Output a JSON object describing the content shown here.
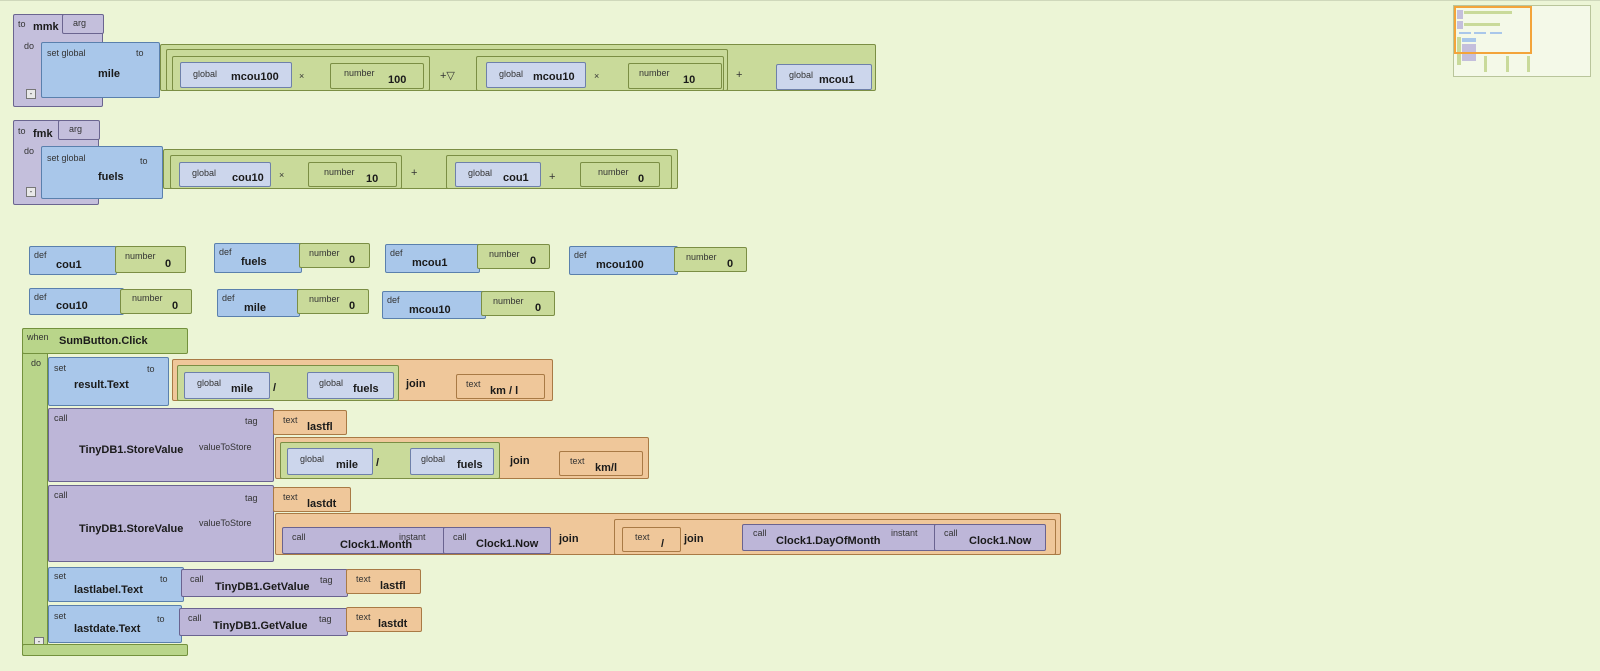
{
  "proc_mmk": {
    "to": "to",
    "name": "mmk",
    "arg": "arg",
    "do": "do",
    "set_global": "set global",
    "var": "mile",
    "to_label": "to",
    "g1_tag": "global",
    "g1_name": "mcou100",
    "op1": "×",
    "n1_tag": "number",
    "n1_val": "100",
    "plus1": "+▽",
    "g2_tag": "global",
    "g2_name": "mcou10",
    "op2": "×",
    "n2_tag": "number",
    "n2_val": "10",
    "plus2": "+",
    "g3_tag": "global",
    "g3_name": "mcou1",
    "collapse": "-"
  },
  "proc_fmk": {
    "to": "to",
    "name": "fmk",
    "arg": "arg",
    "do": "do",
    "set_global": "set global",
    "var": "fuels",
    "to_label": "to",
    "g1_tag": "global",
    "g1_name": "cou10",
    "op1": "×",
    "n1_tag": "number",
    "n1_val": "10",
    "plus1": "+",
    "g2_tag": "global",
    "g2_name": "cou1",
    "plus2": "+",
    "n2_tag": "number",
    "n2_val": "0",
    "collapse": "-"
  },
  "defs": [
    {
      "def": "def",
      "name": "cou1",
      "num_tag": "number",
      "value": "0"
    },
    {
      "def": "def",
      "name": "fuels",
      "num_tag": "number",
      "value": "0"
    },
    {
      "def": "def",
      "name": "mcou1",
      "num_tag": "number",
      "value": "0"
    },
    {
      "def": "def",
      "name": "mcou100",
      "num_tag": "number",
      "value": "0"
    },
    {
      "def": "def",
      "name": "cou10",
      "num_tag": "number",
      "value": "0"
    },
    {
      "def": "def",
      "name": "mile",
      "num_tag": "number",
      "value": "0"
    },
    {
      "def": "def",
      "name": "mcou10",
      "num_tag": "number",
      "value": "0"
    }
  ],
  "event": {
    "when": "when",
    "name": "SumButton.Click",
    "do": "do",
    "s1_set": "set",
    "s1_target": "result.Text",
    "s1_to": "to",
    "s1_g1_tag": "global",
    "s1_g1_name": "mile",
    "s1_div": "/",
    "s1_g2_tag": "global",
    "s1_g2_name": "fuels",
    "s1_join": "join",
    "s1_text_tag": "text",
    "s1_text": "km / l",
    "s2_call": "call",
    "s2_proc": "TinyDB1.StoreValue",
    "s2_tag": "tag",
    "s2_tag_text_tag": "text",
    "s2_tag_text": "lastfl",
    "s2_vts": "valueToStore",
    "s2_g1_tag": "global",
    "s2_g1_name": "mile",
    "s2_div": "/",
    "s2_g2_tag": "global",
    "s2_g2_name": "fuels",
    "s2_join": "join",
    "s2_text_tag": "text",
    "s2_text": "km/l",
    "s3_call": "call",
    "s3_proc": "TinyDB1.StoreValue",
    "s3_tag": "tag",
    "s3_tag_text_tag": "text",
    "s3_tag_text": "lastdt",
    "s3_vts": "valueToStore",
    "s3_c1_call": "call",
    "s3_c1_name": "Clock1.Month",
    "s3_c1_instant": "instant",
    "s3_c2_call": "call",
    "s3_c2_name": "Clock1.Now",
    "s3_join1": "join",
    "s3_text_tag": "text",
    "s3_text": "/",
    "s3_join2": "join",
    "s3_c3_call": "call",
    "s3_c3_name": "Clock1.DayOfMonth",
    "s3_c3_instant": "instant",
    "s3_c4_call": "call",
    "s3_c4_name": "Clock1.Now",
    "s4_set": "set",
    "s4_target": "lastlabel.Text",
    "s4_to": "to",
    "s4_call": "call",
    "s4_proc": "TinyDB1.GetValue",
    "s4_tag": "tag",
    "s4_text_tag": "text",
    "s4_text": "lastfl",
    "s5_set": "set",
    "s5_target": "lastdate.Text",
    "s5_to": "to",
    "s5_call": "call",
    "s5_proc": "TinyDB1.GetValue",
    "s5_tag": "tag",
    "s5_text_tag": "text",
    "s5_text": "lastdt",
    "collapse": "-"
  }
}
